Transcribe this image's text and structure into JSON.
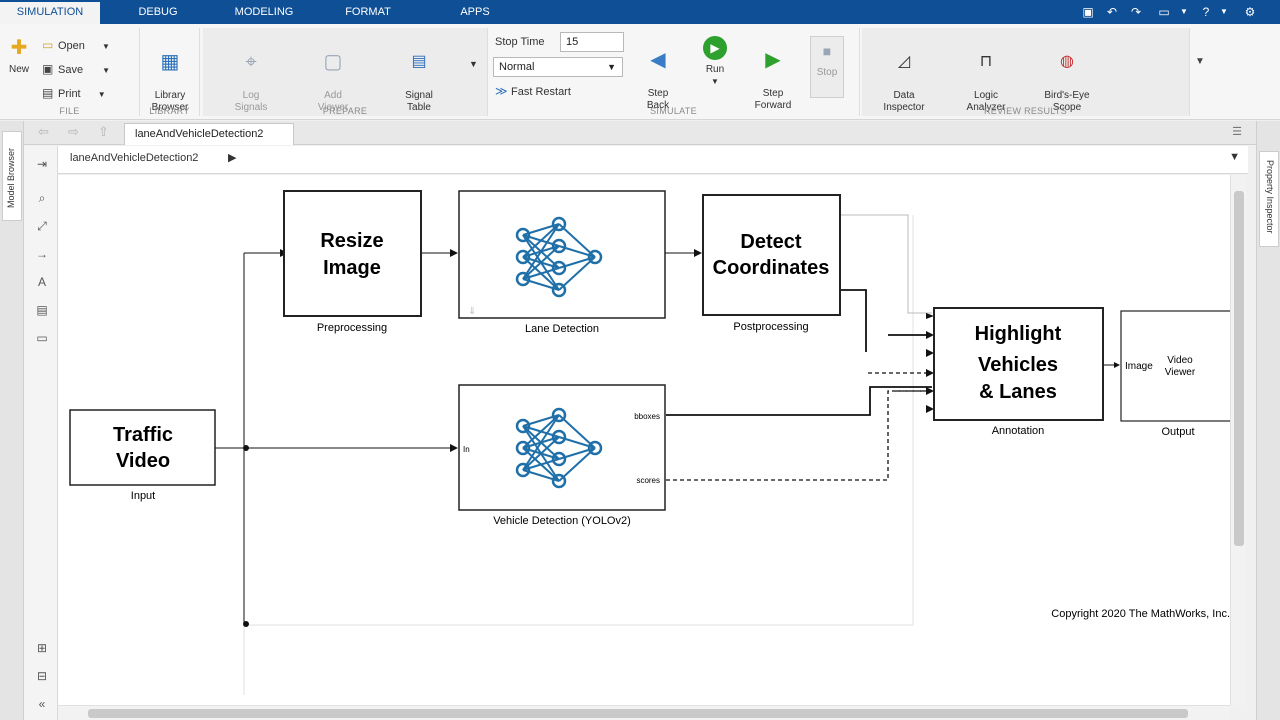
{
  "tabs": [
    "SIMULATION",
    "DEBUG",
    "MODELING",
    "FORMAT",
    "APPS"
  ],
  "ribbon": {
    "file": {
      "title": "FILE",
      "new": "New",
      "open": "Open",
      "save": "Save",
      "print": "Print"
    },
    "library": {
      "title": "LIBRARY",
      "browser": "Library\nBrowser"
    },
    "prepare": {
      "title": "PREPARE",
      "log_signals": "Log\nSignals",
      "add_viewer": "Add\nViewer",
      "signal_table": "Signal\nTable"
    },
    "simulate": {
      "title": "SIMULATE",
      "stop_time_label": "Stop Time",
      "stop_time_value": "15",
      "mode": "Normal",
      "fast_restart": "Fast Restart",
      "step_back": "Step\nBack",
      "run": "Run",
      "step_forward": "Step\nForward",
      "stop": "Stop"
    },
    "review": {
      "title": "REVIEW RESULTS",
      "data_inspector": "Data\nInspector",
      "logic_analyzer": "Logic\nAnalyzer",
      "birds_eye": "Bird's-Eye\nScope"
    }
  },
  "model_tab": "laneAndVehicleDetection2",
  "breadcrumb": "laneAndVehicleDetection2",
  "side": {
    "model_browser": "Model Browser",
    "property_inspector": "Property Inspector"
  },
  "blocks": {
    "traffic": {
      "title1": "Traffic",
      "title2": "Video",
      "label": "Input"
    },
    "resize": {
      "title1": "Resize",
      "title2": "Image",
      "label": "Preprocessing"
    },
    "lane": {
      "label": "Lane Detection"
    },
    "detect": {
      "title1": "Detect",
      "title2": "Coordinates",
      "label": "Postprocessing"
    },
    "vehicle": {
      "label": "Vehicle Detection (YOLOv2)",
      "port_in": "In",
      "port_bboxes": "bboxes",
      "port_scores": "scores"
    },
    "highlight": {
      "title1": "Highlight",
      "title2": "Vehicles",
      "title3": "& Lanes",
      "label": "Annotation"
    },
    "viewer": {
      "port_image": "Image",
      "title1": "Video",
      "title2": "Viewer",
      "label": "Output"
    }
  },
  "copyright": "Copyright 2020 The MathWorks, Inc."
}
